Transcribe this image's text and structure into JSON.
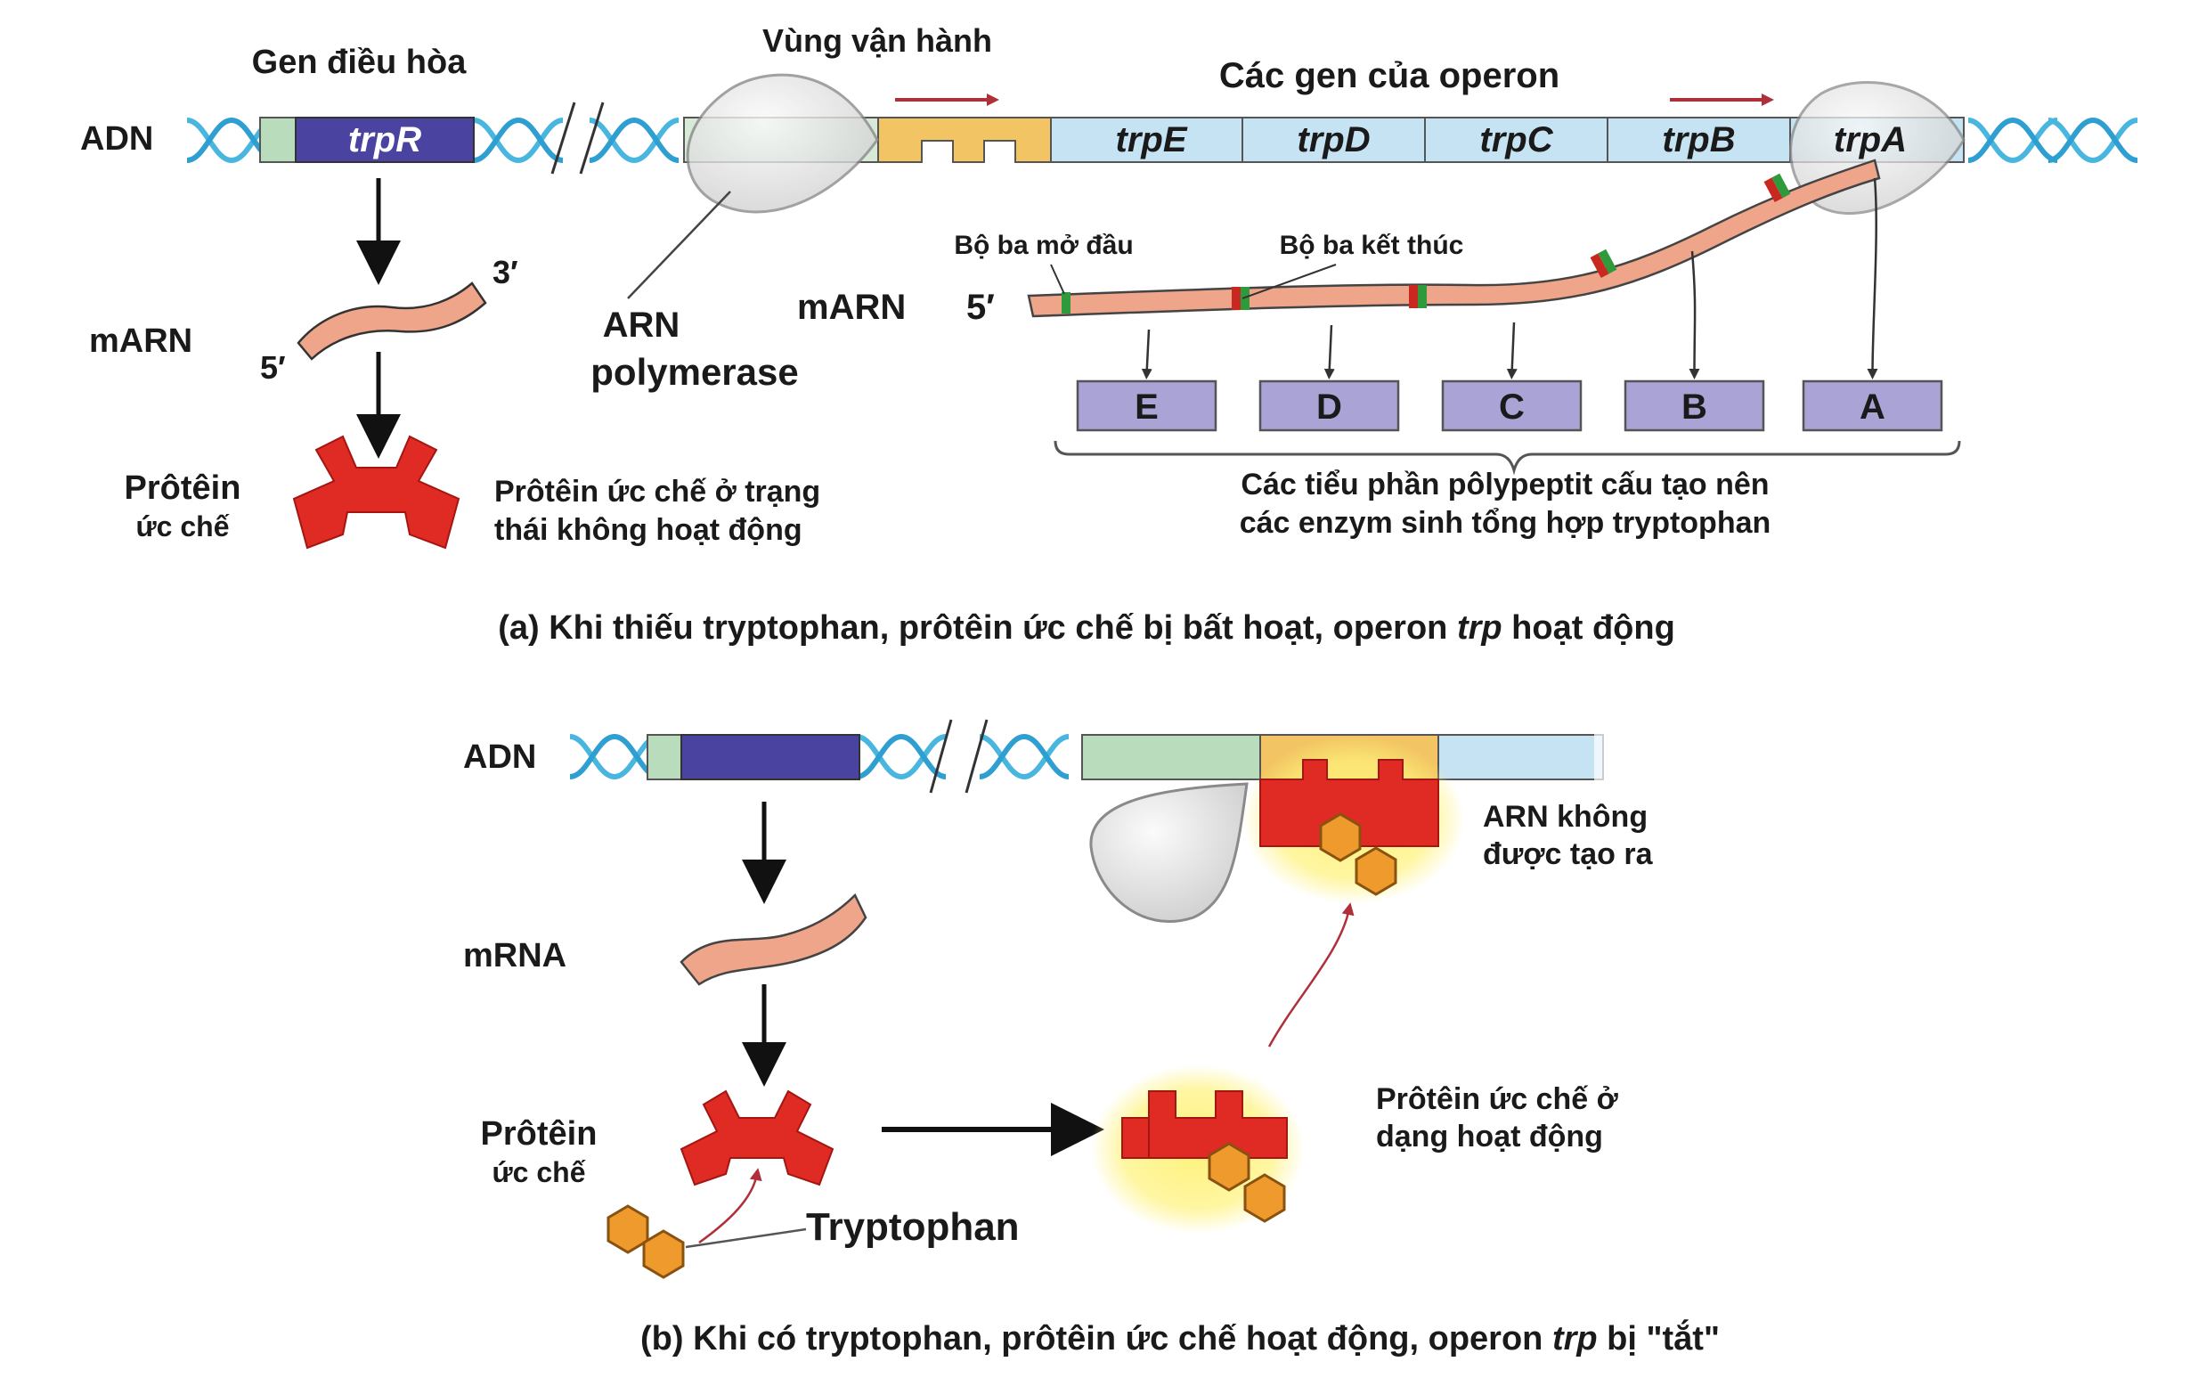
{
  "panel_a": {
    "regulator_gene_title": "Gen điều hòa",
    "dna_label": "ADN",
    "regulator_gene_name": "trpR",
    "operator_title": "Vùng vận hành",
    "operon_genes_title": "Các gen của operon",
    "operon_genes": [
      "trpE",
      "trpD",
      "trpC",
      "trpB",
      "trpA"
    ],
    "mrna_label_left": "mARN",
    "three_prime": "3′",
    "five_prime": "5′",
    "rna_polymerase_line1": "ARN",
    "rna_polymerase_line2": "polymerase",
    "mrna_label_right": "mARN",
    "mrna_right_five_prime": "5′",
    "start_codon_label": "Bộ ba mở đầu",
    "stop_codon_label": "Bộ ba kết thúc",
    "polypeptides": [
      "E",
      "D",
      "C",
      "B",
      "A"
    ],
    "polypeptide_caption_line1": "Các tiểu phần pôlypeptit cấu tạo nên",
    "polypeptide_caption_line2": "các enzym sinh tổng hợp tryptophan",
    "repressor_label_line1": "Prôtêin",
    "repressor_label_line2": "ức chế",
    "repressor_state_line1": "Prôtêin ức chế ở trạng",
    "repressor_state_line2": "thái không hoạt động",
    "caption_prefix": "(a) Khi thiếu tryptophan, prôtêin ức chế bị bất hoạt, operon",
    "caption_italic": "trp",
    "caption_suffix": "hoạt động"
  },
  "panel_b": {
    "dna_label": "ADN",
    "mrna_label": "mRNA",
    "repressor_label_line1": "Prôtêin",
    "repressor_label_line2": "ức chế",
    "tryptophan_label": "Tryptophan",
    "active_repressor_line1": "Prôtêin ức chế ở",
    "active_repressor_line2": "dạng hoạt động",
    "no_rna_line1": "ARN không",
    "no_rna_line2": "được tạo ra",
    "caption_prefix": "(b) Khi có tryptophan, prôtêin ức chế hoạt động, operon",
    "caption_italic": "trp",
    "caption_suffix": "bị \"tắt\""
  },
  "colors": {
    "dna_helix": "#49b6e0",
    "promoter_green": "#b9dcbc",
    "regulator_purple": "#4a43a0",
    "operator_yellow": "#f2c463",
    "gene_blue": "#c6e3f4",
    "mrna_salmon": "#eea58a",
    "repressor_red": "#e02a24",
    "tryptophan_orange": "#ef9a2c",
    "polypeptide_lavender": "#a9a3d6",
    "transcription_arrow": "#b0303a",
    "glow_yellow": "#fff27a"
  }
}
